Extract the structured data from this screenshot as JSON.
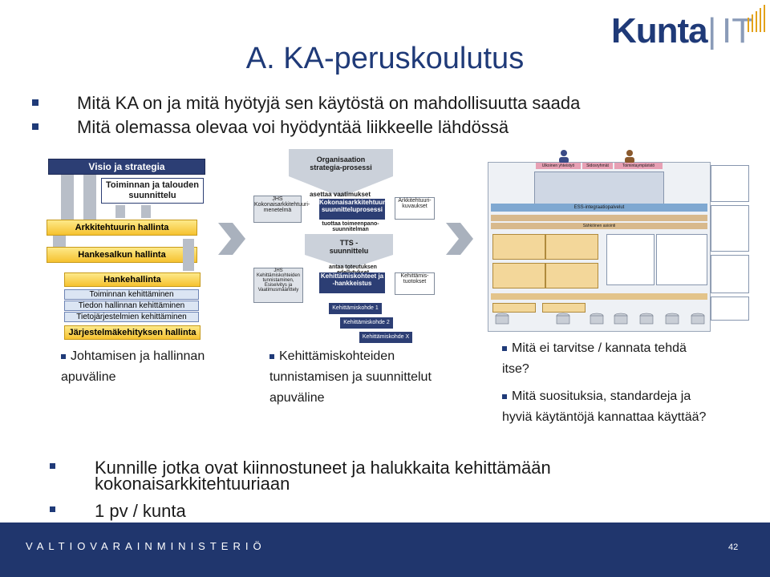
{
  "logo": {
    "brand": "Kunta",
    "separator": "|",
    "suffix": "IT"
  },
  "slide": {
    "title": "A. KA-peruskoulutus",
    "page_number": "42"
  },
  "bullets": [
    "Mitä KA on ja mitä hyötyjä sen käytöstä on mahdollisuutta saada",
    "Mitä olemassa olevaa voi hyödyntää liikkeelle lähdössä"
  ],
  "diagram1": {
    "visio": "Visio ja strategia",
    "toiminnan": "Toiminnan ja talouden suunnittelu",
    "arkkitehtuuri": "Arkkitehtuurin hallinta",
    "hankesalku": "Hankesalkun hallinta",
    "hankehallinta": "Hankehallinta",
    "sub_items": [
      "Toiminnan kehittäminen",
      "Tiedon hallinnan kehittäminen",
      "Tietojärjestelmien kehittäminen"
    ],
    "jarjestelma": "Järjestelmäkehityksen hallinta"
  },
  "diagram2": {
    "org_process": "Organisaation strategia-prosessi",
    "asettaa": "asettaa vaatimukset",
    "jhs_ka": "JHS Kokonaisarkkitehtuuri-menetelmä",
    "ka_suunnittelu": "Kokonaisarkkitehtuurin suunnitteluprosessi",
    "arkkitehtuurikuvaukset": "Arkkitehtuuri-kuvaukset",
    "tuottaa": "tuottaa toimeenpano-suunnitelman",
    "tts": "TTS -suunnittelu",
    "antaa": "antaa toteutuksen edellytykset",
    "jhs_kehittamis": "JHS Kehittämiskohteiden tunnistaminen, Esiselvitys ja Vaatimusmäärittely",
    "kehittamiskohteet": "Kehittämiskohteet ja -hankkeistus",
    "kehittamis_tuotokset": "Kehittämis-tuotokset",
    "kohteet": [
      "Kehittämiskohde 1",
      "Kehittämiskohde 2",
      "Kehittämiskohde X"
    ]
  },
  "diagram3": {
    "top_tabs": [
      "Ulkoinen yhteistyö",
      "Sidosryhmät",
      "Toimintaympäristö"
    ],
    "ess": "ESS-integraatiopalvelut",
    "row_label": "Sähköinen asiointi"
  },
  "captions": {
    "c1": "Johtamisen ja hallinnan apuväline",
    "c2": "Kehittämiskohteiden tunnistamisen ja suunnittelut apuväline",
    "c3a": "Mitä ei tarvitse / kannata tehdä itse?",
    "c3b": "Mitä suosituksia, standardeja ja hyviä käytäntöjä kannattaa käyttää?"
  },
  "bottom_bullets": [
    "Kunnille jotka ovat kiinnostuneet ja halukkaita kehittämään kokonaisarkkitehtuuriaan",
    "1 pv / kunta"
  ],
  "footer": {
    "ministry": "VALTIOVARAINMINISTERIÖ"
  },
  "colors": {
    "brand_navy": "#1f3a78",
    "footer_bg": "#20366d",
    "gold": "#f6c230"
  }
}
